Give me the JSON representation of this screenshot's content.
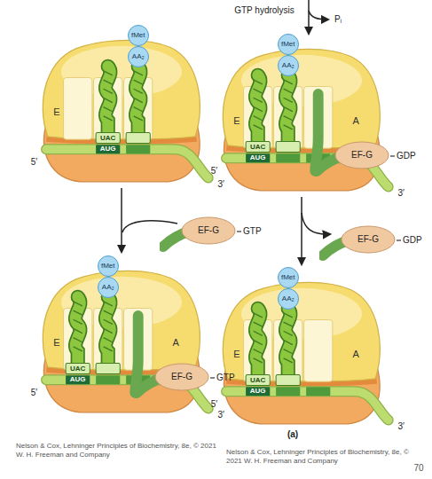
{
  "diagram": {
    "nodes": [
      {
        "text": [
          "fMet"
        ]
      },
      {
        "text": [
          "AA₂"
        ]
      },
      {
        "text": [
          "EF-G",
          "GTP"
        ]
      },
      {
        "text": [
          "fMet"
        ]
      },
      {
        "text": [
          "AA₂"
        ]
      },
      {
        "text": [
          "EF-G",
          "GTP"
        ]
      },
      {
        "text": [
          "fMet"
        ]
      },
      {
        "text": [
          "AA₂"
        ]
      },
      {
        "text": [
          "EF-G",
          "GDP"
        ]
      },
      {
        "text": [
          "EF-G",
          "GDP"
        ]
      },
      {
        "text": [
          "fMet"
        ]
      },
      {
        "text": [
          "AA₂"
        ]
      }
    ],
    "labels": [
      "E",
      "UAC",
      "AUG",
      "5′",
      "3′",
      "E",
      "A",
      "UAC",
      "AUG",
      "5′",
      "3′",
      "Nelson & Cox, Lehninger Principles of Biochemistry, 8e, © 2021 W. H. Freeman and Company",
      "GTP hydrolysis",
      "Pᵢ",
      "E",
      "A",
      "UAC",
      "AUG",
      "5′",
      "3′",
      "E",
      "A",
      "UAC",
      "AUG",
      "5′",
      "3′",
      "(a)",
      "Nelson & Cox, Lehninger Principles of Biochemistry, 8e, © 2021 W. H. Freeman and Company",
      "70"
    ]
  }
}
